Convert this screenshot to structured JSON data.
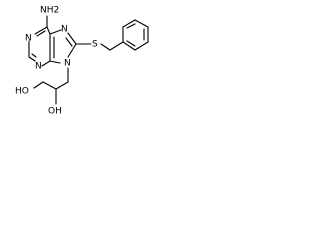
{
  "diagram": {
    "type": "skeletal-structure",
    "atoms": {
      "nh2": "NH2",
      "n1": "N",
      "n3": "N",
      "n7": "N",
      "n9": "N",
      "s": "S",
      "oh_left": "HO",
      "oh_bottom": "OH"
    }
  }
}
